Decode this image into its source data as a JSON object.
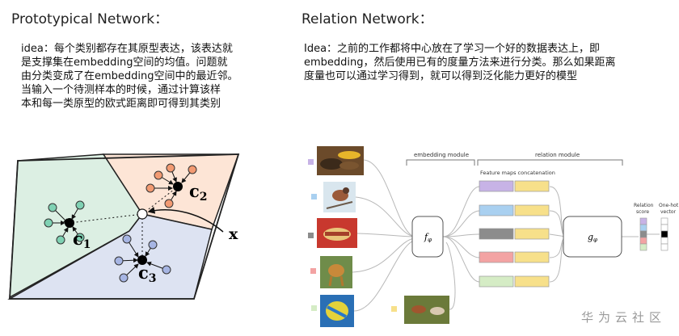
{
  "left": {
    "title": "Prototypical Network：",
    "description": "idea：每个类别都存在其原型表达，该表达就\n是支撑集在embedding空间的均值。问题就\n由分类变成了在embedding空间中的最近邻。\n当输入一个待测样本的时候，通过计算该样\n本和每一类原型的欧式距离即可得到其类别",
    "diagram": {
      "labels": [
        "c",
        "1",
        "c",
        "2",
        "c",
        "3",
        "x"
      ]
    }
  },
  "right": {
    "title": "Relation Network：",
    "description": "Idea：之前的工作都将中心放在了学习一个好的数据表达上，即\nembedding，然后使用已有的度量方法来进行分类。那么如果距离\n度量也可以通过学习得到，就可以得到泛化能力更好的模型",
    "diagram": {
      "embedding_module": "embedding module",
      "relation_module": "relation module",
      "feature_maps": "Feature maps concatenation",
      "f_phi": "f",
      "f_sub": "φ",
      "g_phi": "g",
      "g_sub": "φ",
      "relation_score": "Relation score",
      "one_hot": "One-hot vector"
    }
  },
  "watermark": "华为云社区",
  "colors": {
    "region_green": "#dcefe3",
    "region_orange": "#fde5d6",
    "region_blue": "#dde3f2",
    "dot_green": "#7fd1b3",
    "dot_orange": "#f29a72",
    "dot_blue": "#a6b5e3",
    "fm_purple": "#c7b3e6",
    "fm_blue": "#a9d0f0",
    "fm_gray": "#8c8c8c",
    "fm_pink": "#f3a3a3",
    "fm_green": "#d5ecc5",
    "fm_yellow": "#f7e08a"
  }
}
